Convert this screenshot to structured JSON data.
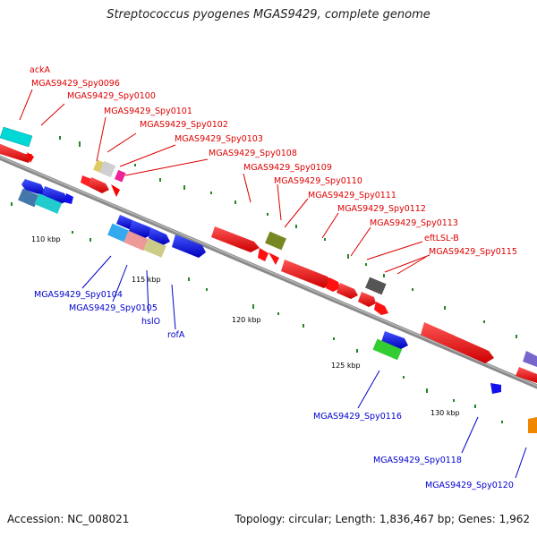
{
  "title": "Streptococcus pyogenes MGAS9429, complete genome",
  "footer": {
    "accession": "Accession: NC_008021",
    "topology": "Topology: circular; Length: 1,836,467 bp; Genes: 1,962"
  },
  "colors": {
    "backbone": "#8a8a8a",
    "forward_gene": "#ee0000",
    "reverse_gene": "#0000dd",
    "label_forward": "#dd0000",
    "label_reverse": "#0000cc",
    "gc_dots": "#228822"
  },
  "ticks": [
    "110 kbp",
    "115 kbp",
    "120 kbp",
    "125 kbp",
    "130 kbp"
  ],
  "labels_top": [
    "ackA",
    "MGAS9429_Spy0096",
    "MGAS9429_Spy0100",
    "MGAS9429_Spy0101",
    "MGAS9429_Spy0102",
    "MGAS9429_Spy0103",
    "MGAS9429_Spy0108",
    "MGAS9429_Spy0109",
    "MGAS9429_Spy0110",
    "MGAS9429_Spy0111",
    "MGAS9429_Spy0112",
    "MGAS9429_Spy0113",
    "eftLSL-B",
    "MGAS9429_Spy0115"
  ],
  "labels_bottom": [
    "MGAS9429_Spy0104",
    "MGAS9429_Spy0105",
    "hslO",
    "rofA",
    "MGAS9429_Spy0116",
    "MGAS9429_Spy0118",
    "MGAS9429_Spy0120"
  ]
}
